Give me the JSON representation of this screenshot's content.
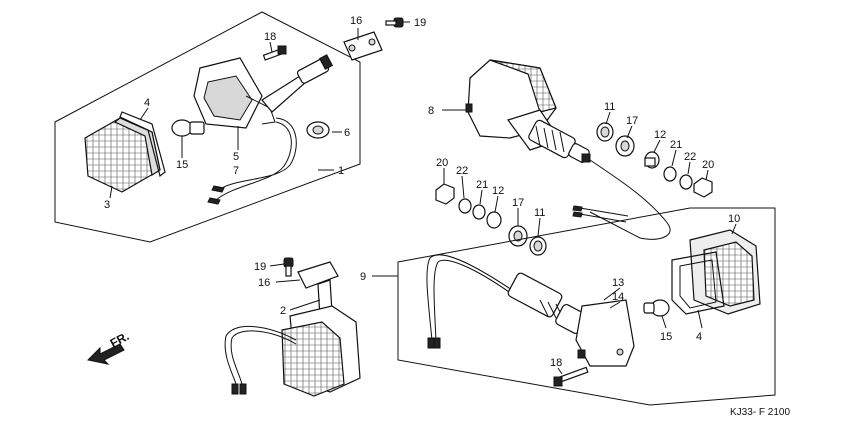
{
  "diagram": {
    "drawing_code": "KJ33- F 2100",
    "direction_label": "FR.",
    "callouts": {
      "c1": "1",
      "c2": "2",
      "c3": "3",
      "c4a": "4",
      "c4b": "4",
      "c5": "5",
      "c6": "6",
      "c7": "7",
      "c8": "8",
      "c9": "9",
      "c10": "10",
      "c11a": "11",
      "c11b": "11",
      "c12a": "12",
      "c12b": "12",
      "c13": "13",
      "c14": "14",
      "c15a": "15",
      "c15b": "15",
      "c16a": "16",
      "c16b": "16",
      "c17a": "17",
      "c17b": "17",
      "c18a": "18",
      "c18b": "18",
      "c19a": "19",
      "c19b": "19",
      "c20a": "20",
      "c20b": "20",
      "c21a": "21",
      "c21b": "21",
      "c22a": "22",
      "c22b": "22"
    }
  }
}
